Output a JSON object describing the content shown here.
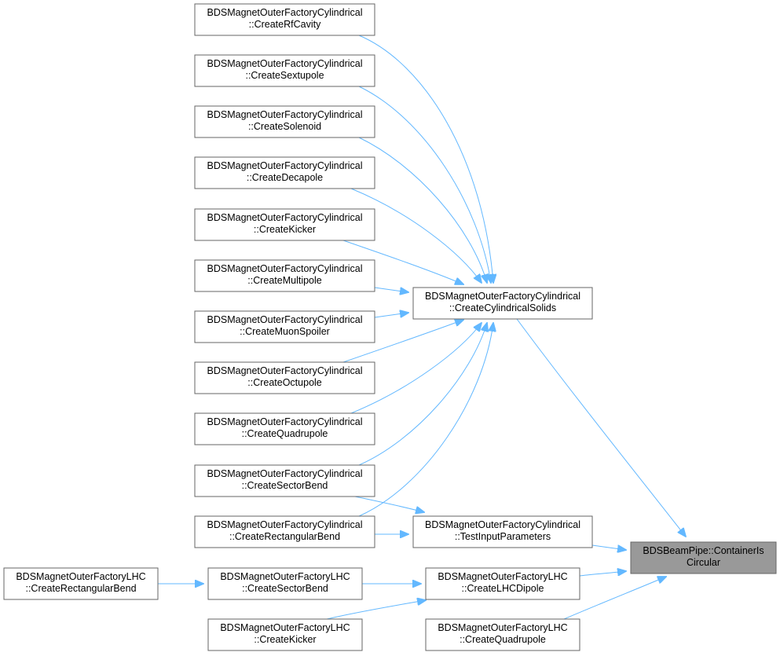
{
  "graph": {
    "colors": {
      "edge": "#63b8ff",
      "node_border": "#666666",
      "node_fill": "#ffffff",
      "focus_fill": "#999999"
    },
    "nodes": [
      {
        "id": "rfcavity",
        "lines": [
          "BDSMagnetOuterFactoryCylindrical",
          "::CreateRfCavity"
        ]
      },
      {
        "id": "sextupole",
        "lines": [
          "BDSMagnetOuterFactoryCylindrical",
          "::CreateSextupole"
        ]
      },
      {
        "id": "solenoid",
        "lines": [
          "BDSMagnetOuterFactoryCylindrical",
          "::CreateSolenoid"
        ]
      },
      {
        "id": "decapole",
        "lines": [
          "BDSMagnetOuterFactoryCylindrical",
          "::CreateDecapole"
        ]
      },
      {
        "id": "kicker",
        "lines": [
          "BDSMagnetOuterFactoryCylindrical",
          "::CreateKicker"
        ]
      },
      {
        "id": "multipole",
        "lines": [
          "BDSMagnetOuterFactoryCylindrical",
          "::CreateMultipole"
        ]
      },
      {
        "id": "muonspoiler",
        "lines": [
          "BDSMagnetOuterFactoryCylindrical",
          "::CreateMuonSpoiler"
        ]
      },
      {
        "id": "octupole",
        "lines": [
          "BDSMagnetOuterFactoryCylindrical",
          "::CreateOctupole"
        ]
      },
      {
        "id": "quadrupole",
        "lines": [
          "BDSMagnetOuterFactoryCylindrical",
          "::CreateQuadrupole"
        ]
      },
      {
        "id": "sectorbend",
        "lines": [
          "BDSMagnetOuterFactoryCylindrical",
          "::CreateSectorBend"
        ]
      },
      {
        "id": "rectbend",
        "lines": [
          "BDSMagnetOuterFactoryCylindrical",
          "::CreateRectangularBend"
        ]
      },
      {
        "id": "cylsolids",
        "lines": [
          "BDSMagnetOuterFactoryCylindrical",
          "::CreateCylindricalSolids"
        ]
      },
      {
        "id": "testinput",
        "lines": [
          "BDSMagnetOuterFactoryCylindrical",
          "::TestInputParameters"
        ]
      },
      {
        "id": "lhc_rectbend",
        "lines": [
          "BDSMagnetOuterFactoryLHC",
          "::CreateRectangularBend"
        ]
      },
      {
        "id": "lhc_sectorbend",
        "lines": [
          "BDSMagnetOuterFactoryLHC",
          "::CreateSectorBend"
        ]
      },
      {
        "id": "lhc_kicker",
        "lines": [
          "BDSMagnetOuterFactoryLHC",
          "::CreateKicker"
        ]
      },
      {
        "id": "lhc_dipole",
        "lines": [
          "BDSMagnetOuterFactoryLHC",
          "::CreateLHCDipole"
        ]
      },
      {
        "id": "lhc_quadrupole",
        "lines": [
          "BDSMagnetOuterFactoryLHC",
          "::CreateQuadrupole"
        ]
      },
      {
        "id": "container",
        "lines": [
          "BDSBeamPipe::ContainerIs",
          "Circular"
        ],
        "focus": true
      }
    ],
    "edges": [
      {
        "from": "rfcavity",
        "to": "cylsolids"
      },
      {
        "from": "sextupole",
        "to": "cylsolids"
      },
      {
        "from": "solenoid",
        "to": "cylsolids"
      },
      {
        "from": "decapole",
        "to": "cylsolids"
      },
      {
        "from": "kicker",
        "to": "cylsolids"
      },
      {
        "from": "multipole",
        "to": "cylsolids"
      },
      {
        "from": "muonspoiler",
        "to": "cylsolids"
      },
      {
        "from": "octupole",
        "to": "cylsolids"
      },
      {
        "from": "quadrupole",
        "to": "cylsolids"
      },
      {
        "from": "sectorbend",
        "to": "cylsolids"
      },
      {
        "from": "rectbend",
        "to": "cylsolids"
      },
      {
        "from": "sectorbend",
        "to": "testinput"
      },
      {
        "from": "rectbend",
        "to": "testinput"
      },
      {
        "from": "cylsolids",
        "to": "container"
      },
      {
        "from": "testinput",
        "to": "container"
      },
      {
        "from": "lhc_rectbend",
        "to": "lhc_sectorbend"
      },
      {
        "from": "lhc_sectorbend",
        "to": "lhc_dipole"
      },
      {
        "from": "lhc_kicker",
        "to": "lhc_dipole"
      },
      {
        "from": "lhc_dipole",
        "to": "container"
      },
      {
        "from": "lhc_quadrupole",
        "to": "container"
      }
    ]
  }
}
